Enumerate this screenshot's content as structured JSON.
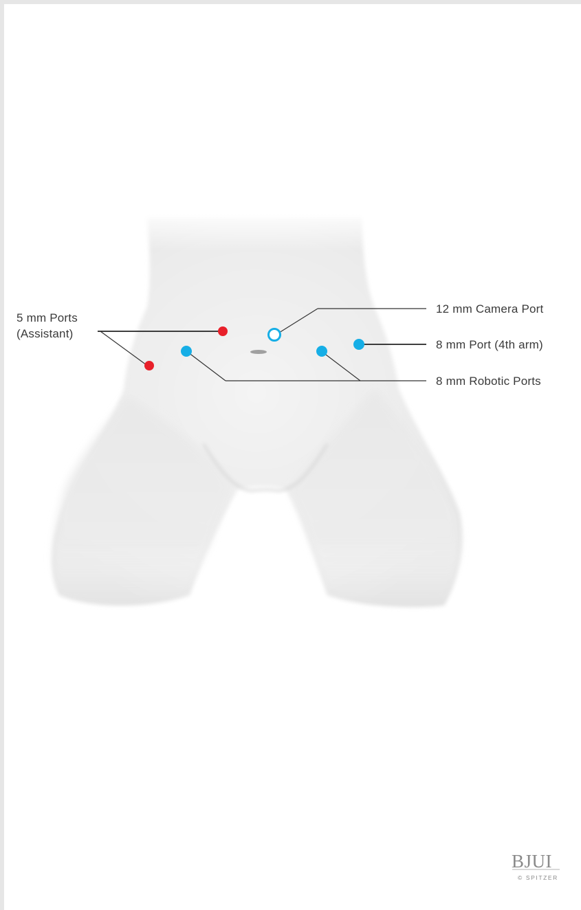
{
  "labels": {
    "assistant_ports_line1": "5 mm Ports",
    "assistant_ports_line2": "(Assistant)",
    "camera_port": "12 mm Camera Port",
    "fourth_arm_port": "8 mm Port (4th arm)",
    "robotic_ports": "8 mm Robotic Ports"
  },
  "logo": {
    "main": "BJUI",
    "sub": "© SPITZER"
  },
  "colors": {
    "assistant_port": "#e8202a",
    "robotic_port": "#16aee6",
    "camera_port_ring": "#16aee6",
    "background_frame": "#e6e6e6"
  },
  "icons": {
    "assistant_port": "red-filled-circle",
    "robotic_port": "blue-filled-circle",
    "camera_port": "blue-ring-circle"
  }
}
